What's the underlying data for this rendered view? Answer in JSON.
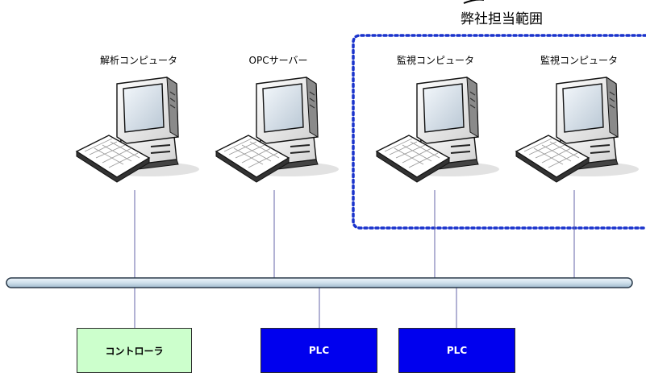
{
  "scope": {
    "title": "弊社担当範囲",
    "border_color": "#1a33cc"
  },
  "computers": [
    {
      "label": "解析コンピュータ"
    },
    {
      "label": "OPCサーバー"
    },
    {
      "label": "監視コンピュータ"
    },
    {
      "label": "監視コンピュータ"
    }
  ],
  "devices": [
    {
      "label": "コントローラ",
      "fill": "#ccffcc",
      "text_color": "#000000"
    },
    {
      "label": "PLC",
      "fill": "#0000ee",
      "text_color": "#ffffff"
    },
    {
      "label": "PLC",
      "fill": "#0000ee",
      "text_color": "#ffffff"
    }
  ],
  "network": {
    "bus_color": "#cfe0ec",
    "link_color": "#6666aa"
  }
}
